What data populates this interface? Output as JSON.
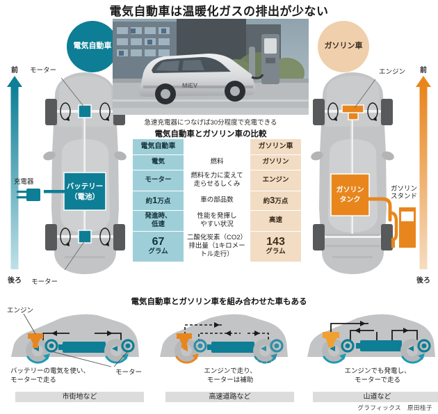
{
  "title": "電気自動車は温暖化ガスの排出が少ない",
  "badges": {
    "ev": "電気自動車",
    "gas": "ガソリン車"
  },
  "direction": {
    "front": "前",
    "rear": "後ろ"
  },
  "photo": {
    "caption": "急速充電器につなげば30分程度で充電できる",
    "car_badge": "MiEV"
  },
  "ev_diagram": {
    "motor_top_label": "モーター",
    "motor_bottom_label": "モーター",
    "battery_label_line1": "バッテリー",
    "battery_label_line2": "（電池）",
    "charger_label": "充電器"
  },
  "gas_diagram": {
    "engine_label": "エンジン",
    "tank_label_line1": "ガソリン",
    "tank_label_line2": "タンク",
    "station_label_line1": "ガソリン",
    "station_label_line2": "スタンド"
  },
  "table": {
    "title": "電気自動車とガソリン車の比較",
    "rows": [
      {
        "ev": "電気自動車",
        "mid": "",
        "gas": "ガソリン車",
        "type": "header"
      },
      {
        "ev": "電気",
        "mid": "燃料",
        "gas": "ガソリン",
        "type": "plain"
      },
      {
        "ev": "モーター",
        "mid": "燃料を力に変えて\n走らせるしくみ",
        "gas": "エンジン",
        "type": "midsmall"
      },
      {
        "ev_prefix": "約",
        "ev_num": "1",
        "ev_suffix": "万点",
        "mid": "車の部品数",
        "gas_prefix": "約",
        "gas_num": "3",
        "gas_suffix": "万点",
        "type": "inline-num"
      },
      {
        "ev": "発進時、\n低速",
        "mid": "性能を発揮し\nやすい状況",
        "gas": "高速",
        "type": "plain"
      },
      {
        "ev_num": "67",
        "ev_unit": "グラム",
        "mid": "二酸化炭素（CO2）\n排出量（1キロメー\nトル走行）",
        "gas_num": "143",
        "gas_unit": "グラム",
        "type": "bignum"
      }
    ]
  },
  "hybrid": {
    "title": "電気自動車とガソリン車を組み合わせた車もある",
    "engine_label": "エンジン",
    "motor_label": "モーター",
    "cards": [
      {
        "caption": "バッテリーの電気を使い、\nモーターで走る",
        "band": "市街地など"
      },
      {
        "caption": "エンジンで走り、\nモーターは補助",
        "band": "高速道路など"
      },
      {
        "caption": "エンジンでも発電し、\nモーターで走る",
        "band": "山道など"
      }
    ]
  },
  "credit": "グラフィックス　原田桂子",
  "colors": {
    "teal": "#0d7e95",
    "teal_light": "#9ecfd8",
    "orange": "#e8861d",
    "peach": "#f0cfac",
    "car_body": "#c3c4c6",
    "band": "#dcdcdc"
  }
}
